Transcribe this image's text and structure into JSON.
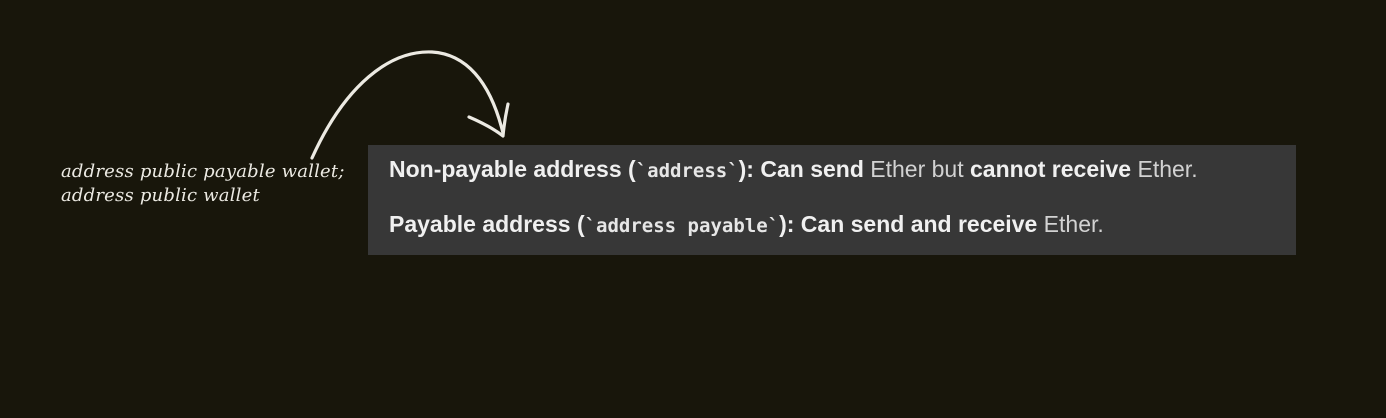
{
  "note": {
    "line1": "address public payable wallet;",
    "line2": "address public wallet"
  },
  "card": {
    "row1": {
      "label": "Non-payable address (",
      "code": "`address`",
      "suffix": "): Can send",
      "text1": " Ether but ",
      "emph": "cannot receive",
      "text2": " Ether."
    },
    "row2": {
      "label": "Payable address (",
      "code": "`address payable`",
      "suffix": "): Can send and receive",
      "text1": " Ether."
    }
  },
  "colors": {
    "background": "#18160b",
    "card": "#373737",
    "ink": "#eceae3"
  }
}
